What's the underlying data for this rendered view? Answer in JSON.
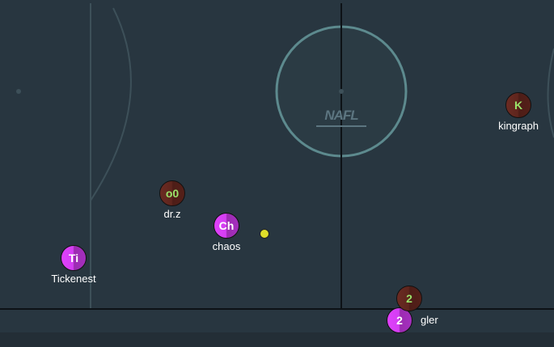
{
  "field": {
    "logo_text": "NAFL"
  },
  "players": [
    {
      "id": "tickenest",
      "initials": "Ti",
      "name": "Tickenest",
      "team": "purple"
    },
    {
      "id": "drz",
      "initials": "o0",
      "name": "dr.z",
      "team": "red"
    },
    {
      "id": "chaos",
      "initials": "Ch",
      "name": "chaos",
      "team": "purple"
    },
    {
      "id": "kingraph",
      "initials": "K",
      "name": "kingraph",
      "team": "red"
    },
    {
      "id": "red2",
      "initials": "2",
      "name": "",
      "team": "red"
    },
    {
      "id": "purple2",
      "initials": "2",
      "name": "gler",
      "team": "purple"
    }
  ],
  "colors": {
    "field": "#283640",
    "purple_team": "#e040fb",
    "red_team": "#5e251d",
    "ball": "#e0de2a"
  }
}
